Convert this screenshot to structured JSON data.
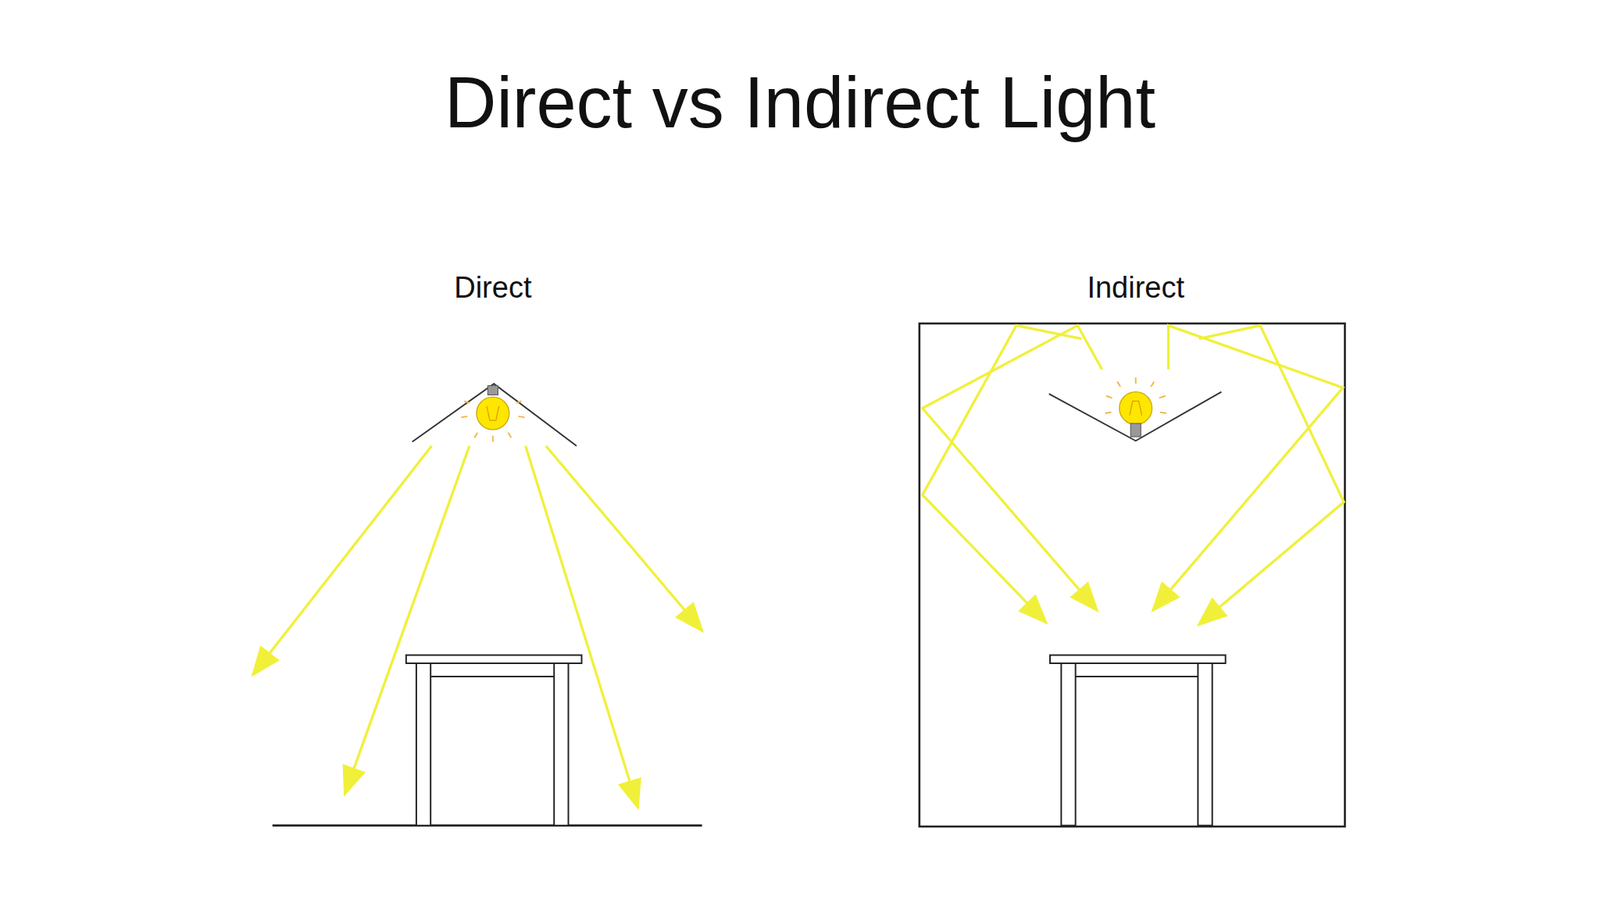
{
  "diagram": {
    "title": "Direct vs Indirect Light",
    "labels": [
      "Direct",
      "Indirect"
    ]
  }
}
